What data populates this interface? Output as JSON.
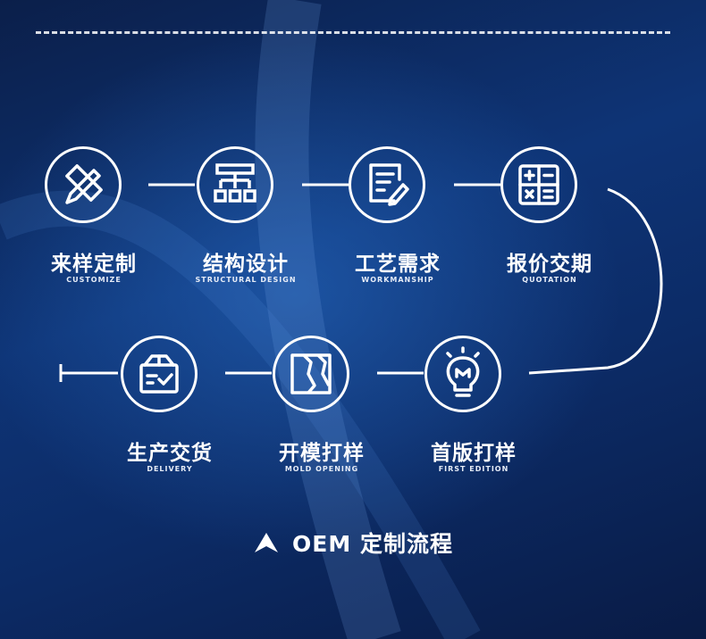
{
  "steps": [
    {
      "label": "来样定制",
      "sub": "CUSTOMIZE",
      "icon": "ruler-pencil-icon"
    },
    {
      "label": "结构设计",
      "sub": "STRUCTURAL DESIGN",
      "icon": "org-structure-icon"
    },
    {
      "label": "工艺需求",
      "sub": "WORKMANSHIP",
      "icon": "document-edit-icon"
    },
    {
      "label": "报价交期",
      "sub": "QUOTATION",
      "icon": "calculator-icon"
    },
    {
      "label": "首版打样",
      "sub": "FIRST EDITION",
      "icon": "light-bulb-icon"
    },
    {
      "label": "开模打样",
      "sub": "MOLD OPENING",
      "icon": "mold-icon"
    },
    {
      "label": "生产交货",
      "sub": "DELIVERY",
      "icon": "delivery-box-icon"
    }
  ],
  "footer": {
    "title": "OEM 定制流程",
    "icon": "arrow-up-icon"
  },
  "colors": {
    "background": "#0e3476",
    "line": "#ffffff"
  }
}
